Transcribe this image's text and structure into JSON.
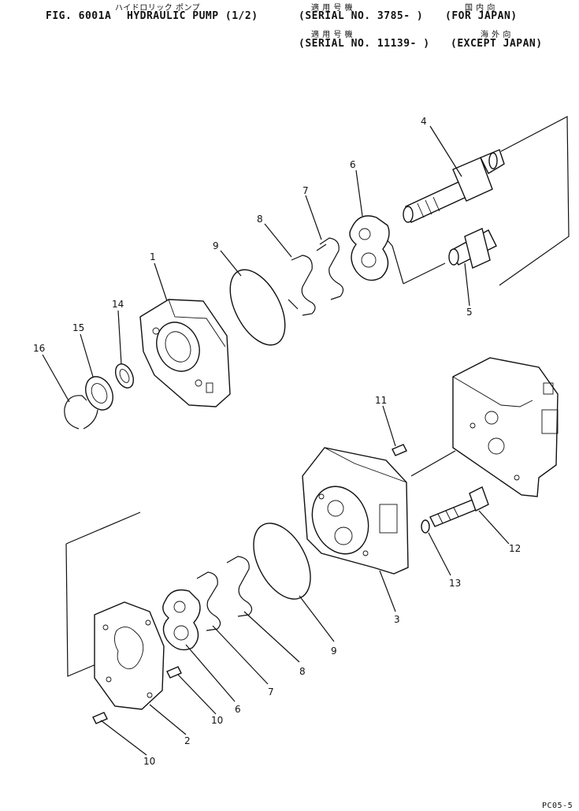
{
  "header": {
    "figure": "FIG. 6001A",
    "title": "HYDRAULIC PUMP (1/2)",
    "title_kana": "ハイドロリック ポンプ",
    "serial_label_kana_1": "適 用 号 機",
    "serial_1": "(SERIAL NO. 3785- )",
    "region_1": "(FOR JAPAN)",
    "region_kana_1": "国 内 向",
    "serial_label_kana_2": "適 用 号 機",
    "serial_2": "(SERIAL NO. 11139- )",
    "region_2": "(EXCEPT JAPAN)",
    "region_kana_2": "海 外 向"
  },
  "callouts": [
    "1",
    "2",
    "3",
    "4",
    "5",
    "6",
    "6",
    "7",
    "7",
    "8",
    "8",
    "9",
    "9",
    "10",
    "10",
    "11",
    "12",
    "13",
    "14",
    "15",
    "16"
  ],
  "page_code": "PC05-5"
}
